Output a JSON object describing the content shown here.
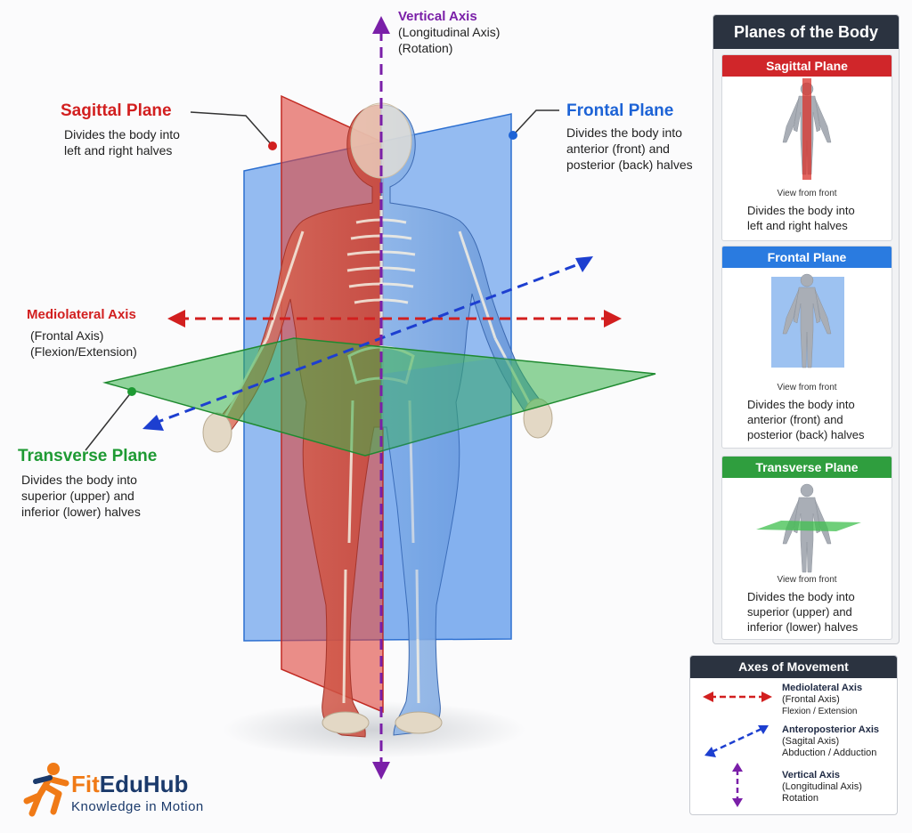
{
  "colors": {
    "sagittal": "#d21f1f",
    "frontal": "#1d63d6",
    "transverse": "#1e9a33",
    "vertical": "#7a1fa8",
    "panel_header": "#2b3340",
    "logo_orange": "#f07a16",
    "logo_navy": "#1b3a6b"
  },
  "vertical_axis": {
    "title": "Vertical Axis",
    "line1": "(Longitudinal Axis)",
    "line2": "(Rotation)"
  },
  "sagittal": {
    "title": "Sagittal Plane",
    "line1": "Divides the body into",
    "line2": "left and right halves"
  },
  "frontal": {
    "title": "Frontal Plane",
    "line1": "Divides the body into",
    "line2": "anterior (front) and",
    "line3": "posterior (back) halves"
  },
  "mediolateral": {
    "title": "Mediolateral Axis",
    "line1": "(Frontal Axis)",
    "line2": "(Flexion/Extension)"
  },
  "transverse": {
    "title": "Transverse Plane",
    "line1": "Divides the body into",
    "line2": "superior (upper) and",
    "line3": "inferior (lower) halves"
  },
  "panel": {
    "title": "Planes of the Body",
    "cards": [
      {
        "title": "Sagittal Plane",
        "view": "View from front",
        "line1": "Divides the body into",
        "line2": "left and right halves",
        "line3": ""
      },
      {
        "title": "Frontal Plane",
        "view": "View from front",
        "line1": "Divides the body into",
        "line2": "anterior (front) and",
        "line3": "posterior (back) halves"
      },
      {
        "title": "Transverse Plane",
        "view": "View from front",
        "line1": "Divides the body into",
        "line2": "superior (upper) and",
        "line3": "inferior (lower) halves"
      }
    ]
  },
  "axes_legend": {
    "title": "Axes of Movement",
    "items": [
      {
        "name": "Mediolateral Axis",
        "alt": "(Frontal Axis)",
        "motion": "Flexion / Extension",
        "icon": "horizontal-double-arrow"
      },
      {
        "name": "Anteroposterior Axis",
        "alt": "(Sagital Axis)",
        "motion": "Abduction / Adduction",
        "icon": "diagonal-double-arrow"
      },
      {
        "name": "Vertical Axis",
        "alt": "(Longitudinal Axis)",
        "motion": "Rotation",
        "icon": "vertical-double-arrow"
      }
    ]
  },
  "logo": {
    "brand_a": "Fit",
    "brand_b": "EduHub",
    "tagline": "Knowledge in Motion",
    "icon": "runner-icon"
  }
}
